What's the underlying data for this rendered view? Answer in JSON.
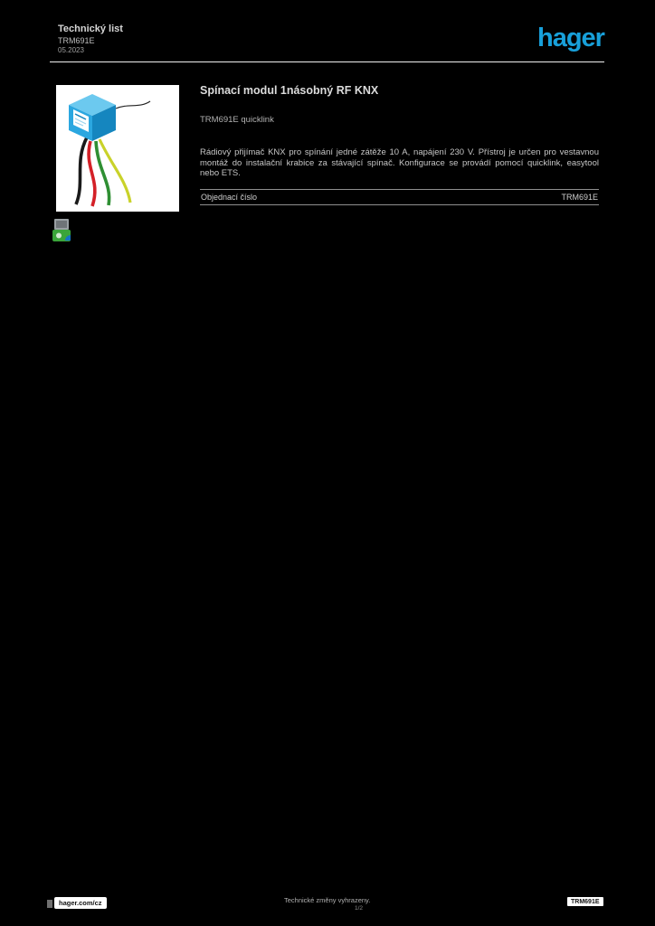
{
  "page": {
    "background": "#000000"
  },
  "header": {
    "line1": "Technický list",
    "line2": "TRM691E",
    "line3": "05.2023",
    "logo_text": "hager"
  },
  "product": {
    "title": "Spínací modul 1násobný RF KNX",
    "subtitle": "TRM691E quicklink",
    "description": "Rádiový přijímač KNX pro spínání jedné zátěže 10 A, napájení 230 V. Přístroj je určen pro vestavnou montáž do instalační krabice za stávající spínač. Konfigurace se provádí pomocí quicklink, easytool nebo ETS.",
    "specs": [
      {
        "label": "Objednací číslo",
        "value": "TRM691E"
      }
    ]
  },
  "icons": {
    "product_image": "knx-rf-micromodule-photo",
    "badge": "green-blue-eco-badge",
    "web": "web-icon"
  },
  "colors": {
    "hager_blue": "#18A0DA",
    "cube_blue_top": "#6CC9EF",
    "cube_blue_left": "#2BA7E0",
    "cube_blue_right": "#1586BF",
    "wire_black": "#1A1A1A",
    "wire_red": "#D42027",
    "wire_green": "#2F8F33",
    "wire_yellow": "#C9D22A",
    "badge_green": "#3AA53A",
    "badge_blue": "#1473C4"
  },
  "footer": {
    "website": "hager.com/cz",
    "note": "Technické změny vyhrazeny.",
    "page": "1/2",
    "code": "TRM691E"
  }
}
